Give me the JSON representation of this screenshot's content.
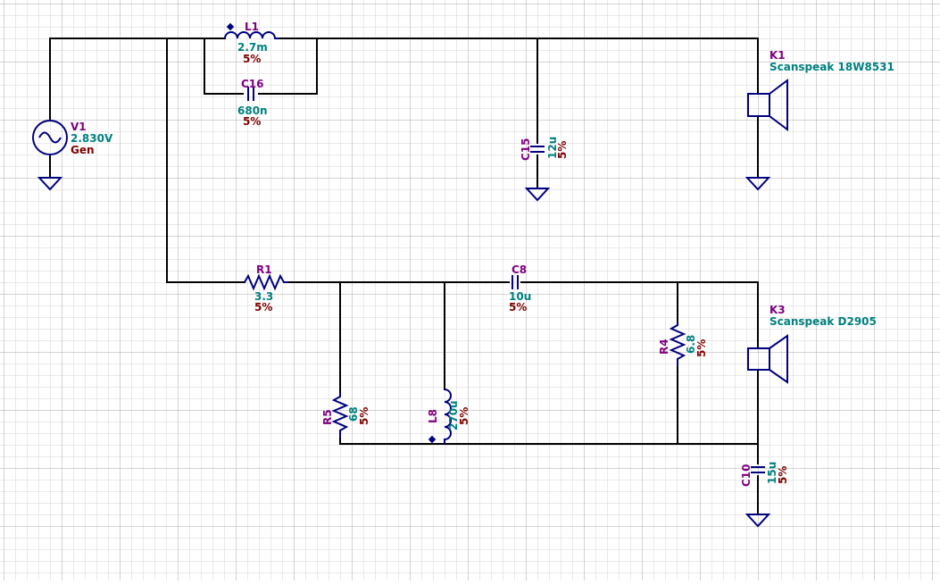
{
  "colors": {
    "wire": "#000000",
    "symbol": "#000080",
    "reference": "#800080",
    "value": "#008080",
    "tolerance": "#800000",
    "grid_minor": "#d4d4d4",
    "grid_major": "#a9a9a9",
    "background": "#ffffff"
  },
  "components": {
    "V1": {
      "ref": "V1",
      "value": "2.830V",
      "extra": "Gen"
    },
    "L1": {
      "ref": "L1",
      "value": "2.7m",
      "tol": "5%"
    },
    "C16": {
      "ref": "C16",
      "value": "680n",
      "tol": "5%"
    },
    "C15": {
      "ref": "C15",
      "value": "12u",
      "tol": "5%"
    },
    "K1": {
      "ref": "K1",
      "value": "Scanspeak 18W8531"
    },
    "R1": {
      "ref": "R1",
      "value": "3.3",
      "tol": "5%"
    },
    "C8": {
      "ref": "C8",
      "value": "10u",
      "tol": "5%"
    },
    "K3": {
      "ref": "K3",
      "value": "Scanspeak D2905"
    },
    "R4": {
      "ref": "R4",
      "value": "6.8",
      "tol": "5%"
    },
    "R5": {
      "ref": "R5",
      "value": "68",
      "tol": "5%"
    },
    "L8": {
      "ref": "L8",
      "value": "270u",
      "tol": "5%"
    },
    "C10": {
      "ref": "C10",
      "value": "15u",
      "tol": "5%"
    }
  }
}
